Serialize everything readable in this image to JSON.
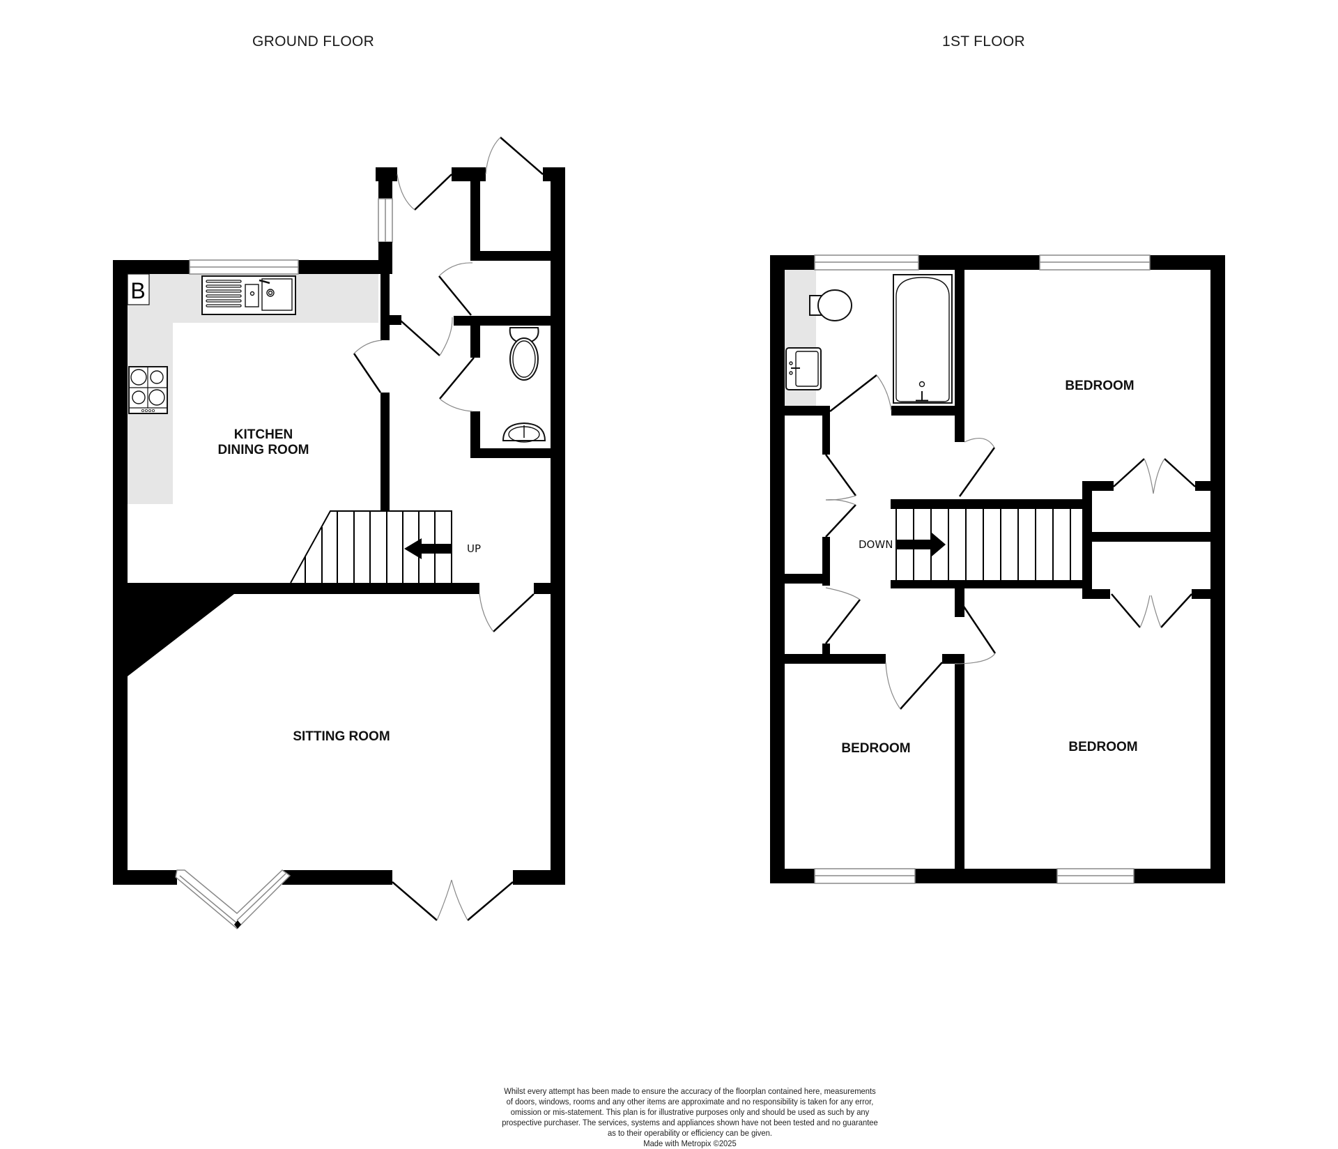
{
  "floors": {
    "ground": {
      "title": "GROUND FLOOR",
      "rooms": {
        "kitchen_line1": "KITCHEN",
        "kitchen_line2": "DINING ROOM",
        "sitting_room": "SITTING ROOM"
      },
      "stairs_label": "UP",
      "boiler_label": "B"
    },
    "first": {
      "title": "1ST FLOOR",
      "rooms": {
        "bedroom_rear_right": "BEDROOM",
        "bedroom_front_left": "BEDROOM",
        "bedroom_front_right": "BEDROOM"
      },
      "stairs_label": "DOWN"
    }
  },
  "disclaimer": {
    "lines": [
      "Whilst every attempt has been made to ensure the accuracy of the floorplan contained here, measurements",
      "of doors, windows, rooms and any other items are approximate and no responsibility is taken for any error,",
      "omission or mis-statement. This plan is for illustrative purposes only and should be used as such by any",
      "prospective purchaser. The services, systems and appliances shown have not been tested and no guarantee",
      "as to their operability or efficiency can be given."
    ],
    "credit": "Made with Metropix ©2025"
  }
}
